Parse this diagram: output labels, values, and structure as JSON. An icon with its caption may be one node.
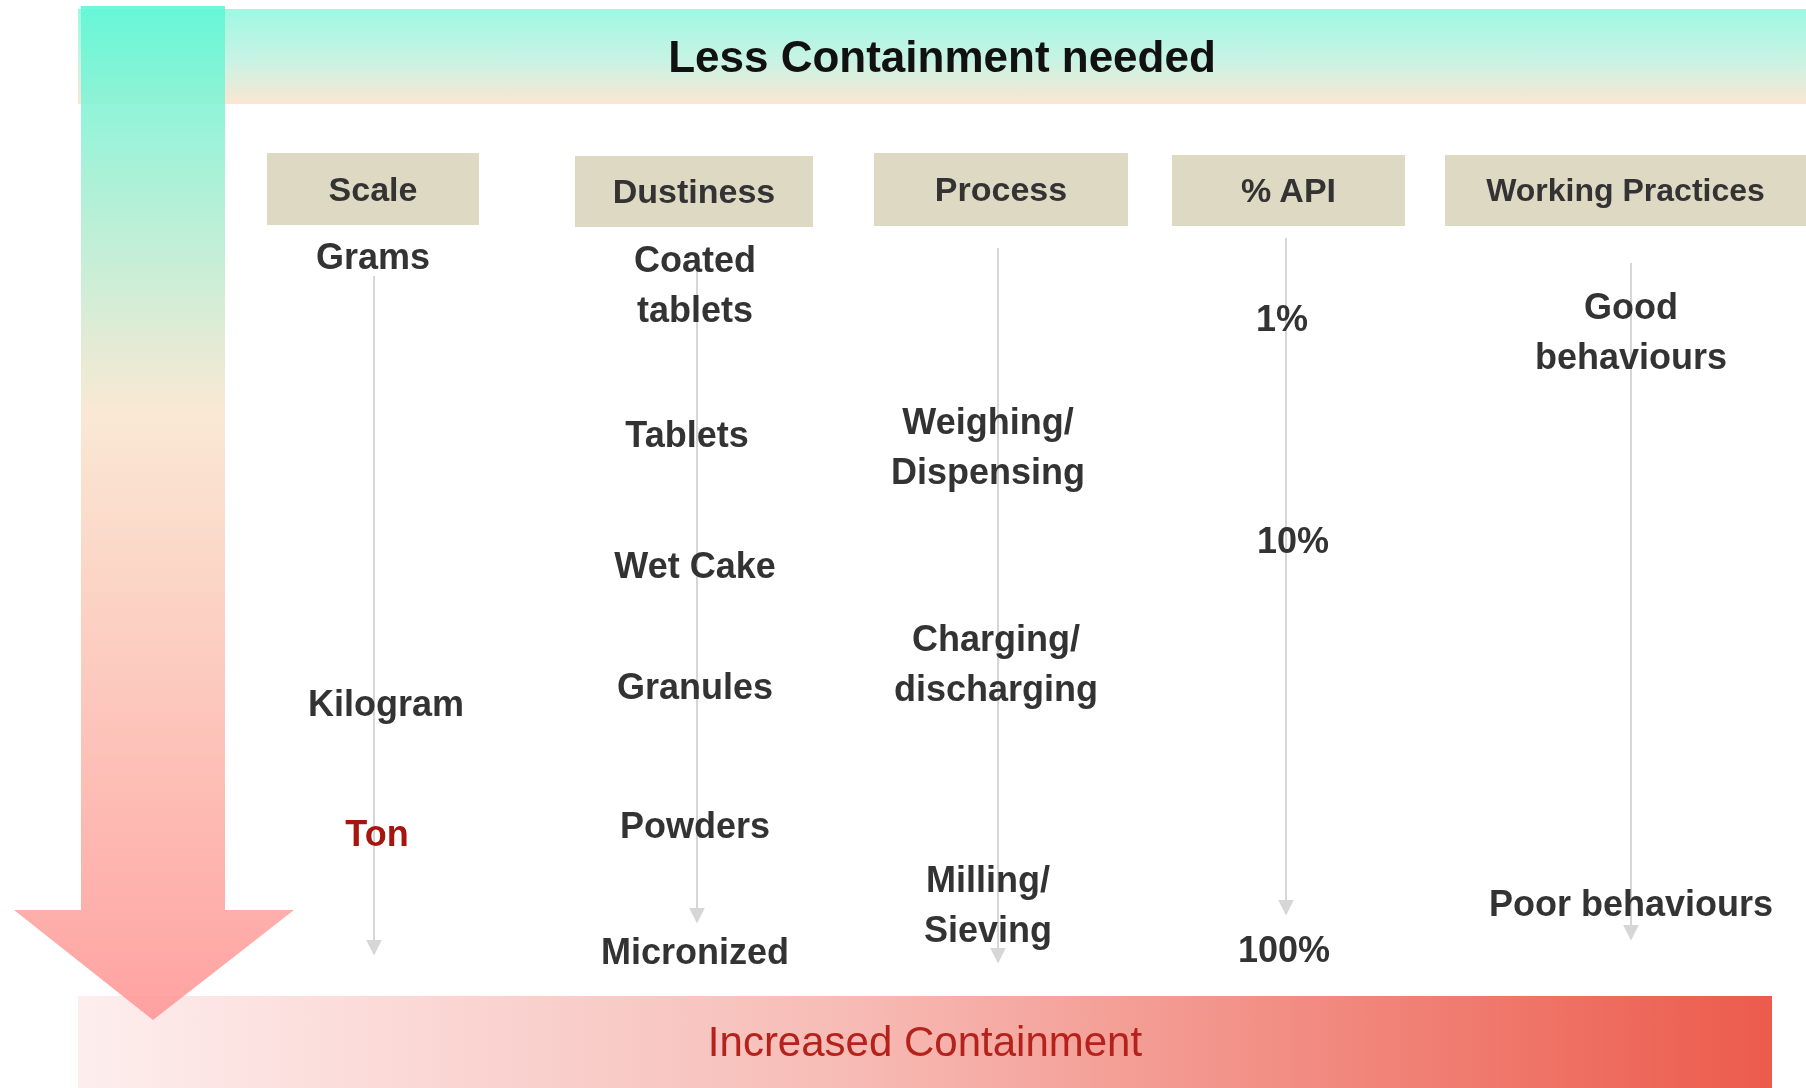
{
  "diagram": {
    "nodes": [
      {
        "text": [
          "Less Containment needed"
        ]
      },
      {
        "text": [
          "Scale"
        ]
      },
      {
        "text": [
          "Dustiness"
        ]
      },
      {
        "text": [
          "Process"
        ]
      },
      {
        "text": [
          "% API"
        ]
      },
      {
        "text": [
          "Working Practices"
        ]
      },
      {
        "text": [
          "Increased Containment"
        ]
      }
    ],
    "edges": [],
    "labels": [
      "Grams",
      "Kilogram",
      "Ton",
      "Coated tablets",
      "Tablets",
      "Wet Cake",
      "Granules",
      "Powders",
      "Micronized",
      "Weighing/ Dispensing",
      "Charging/ discharging",
      "Milling/ Sieving",
      "1%",
      "10%",
      "100%",
      "Good behaviours",
      "Poor behaviours"
    ]
  }
}
